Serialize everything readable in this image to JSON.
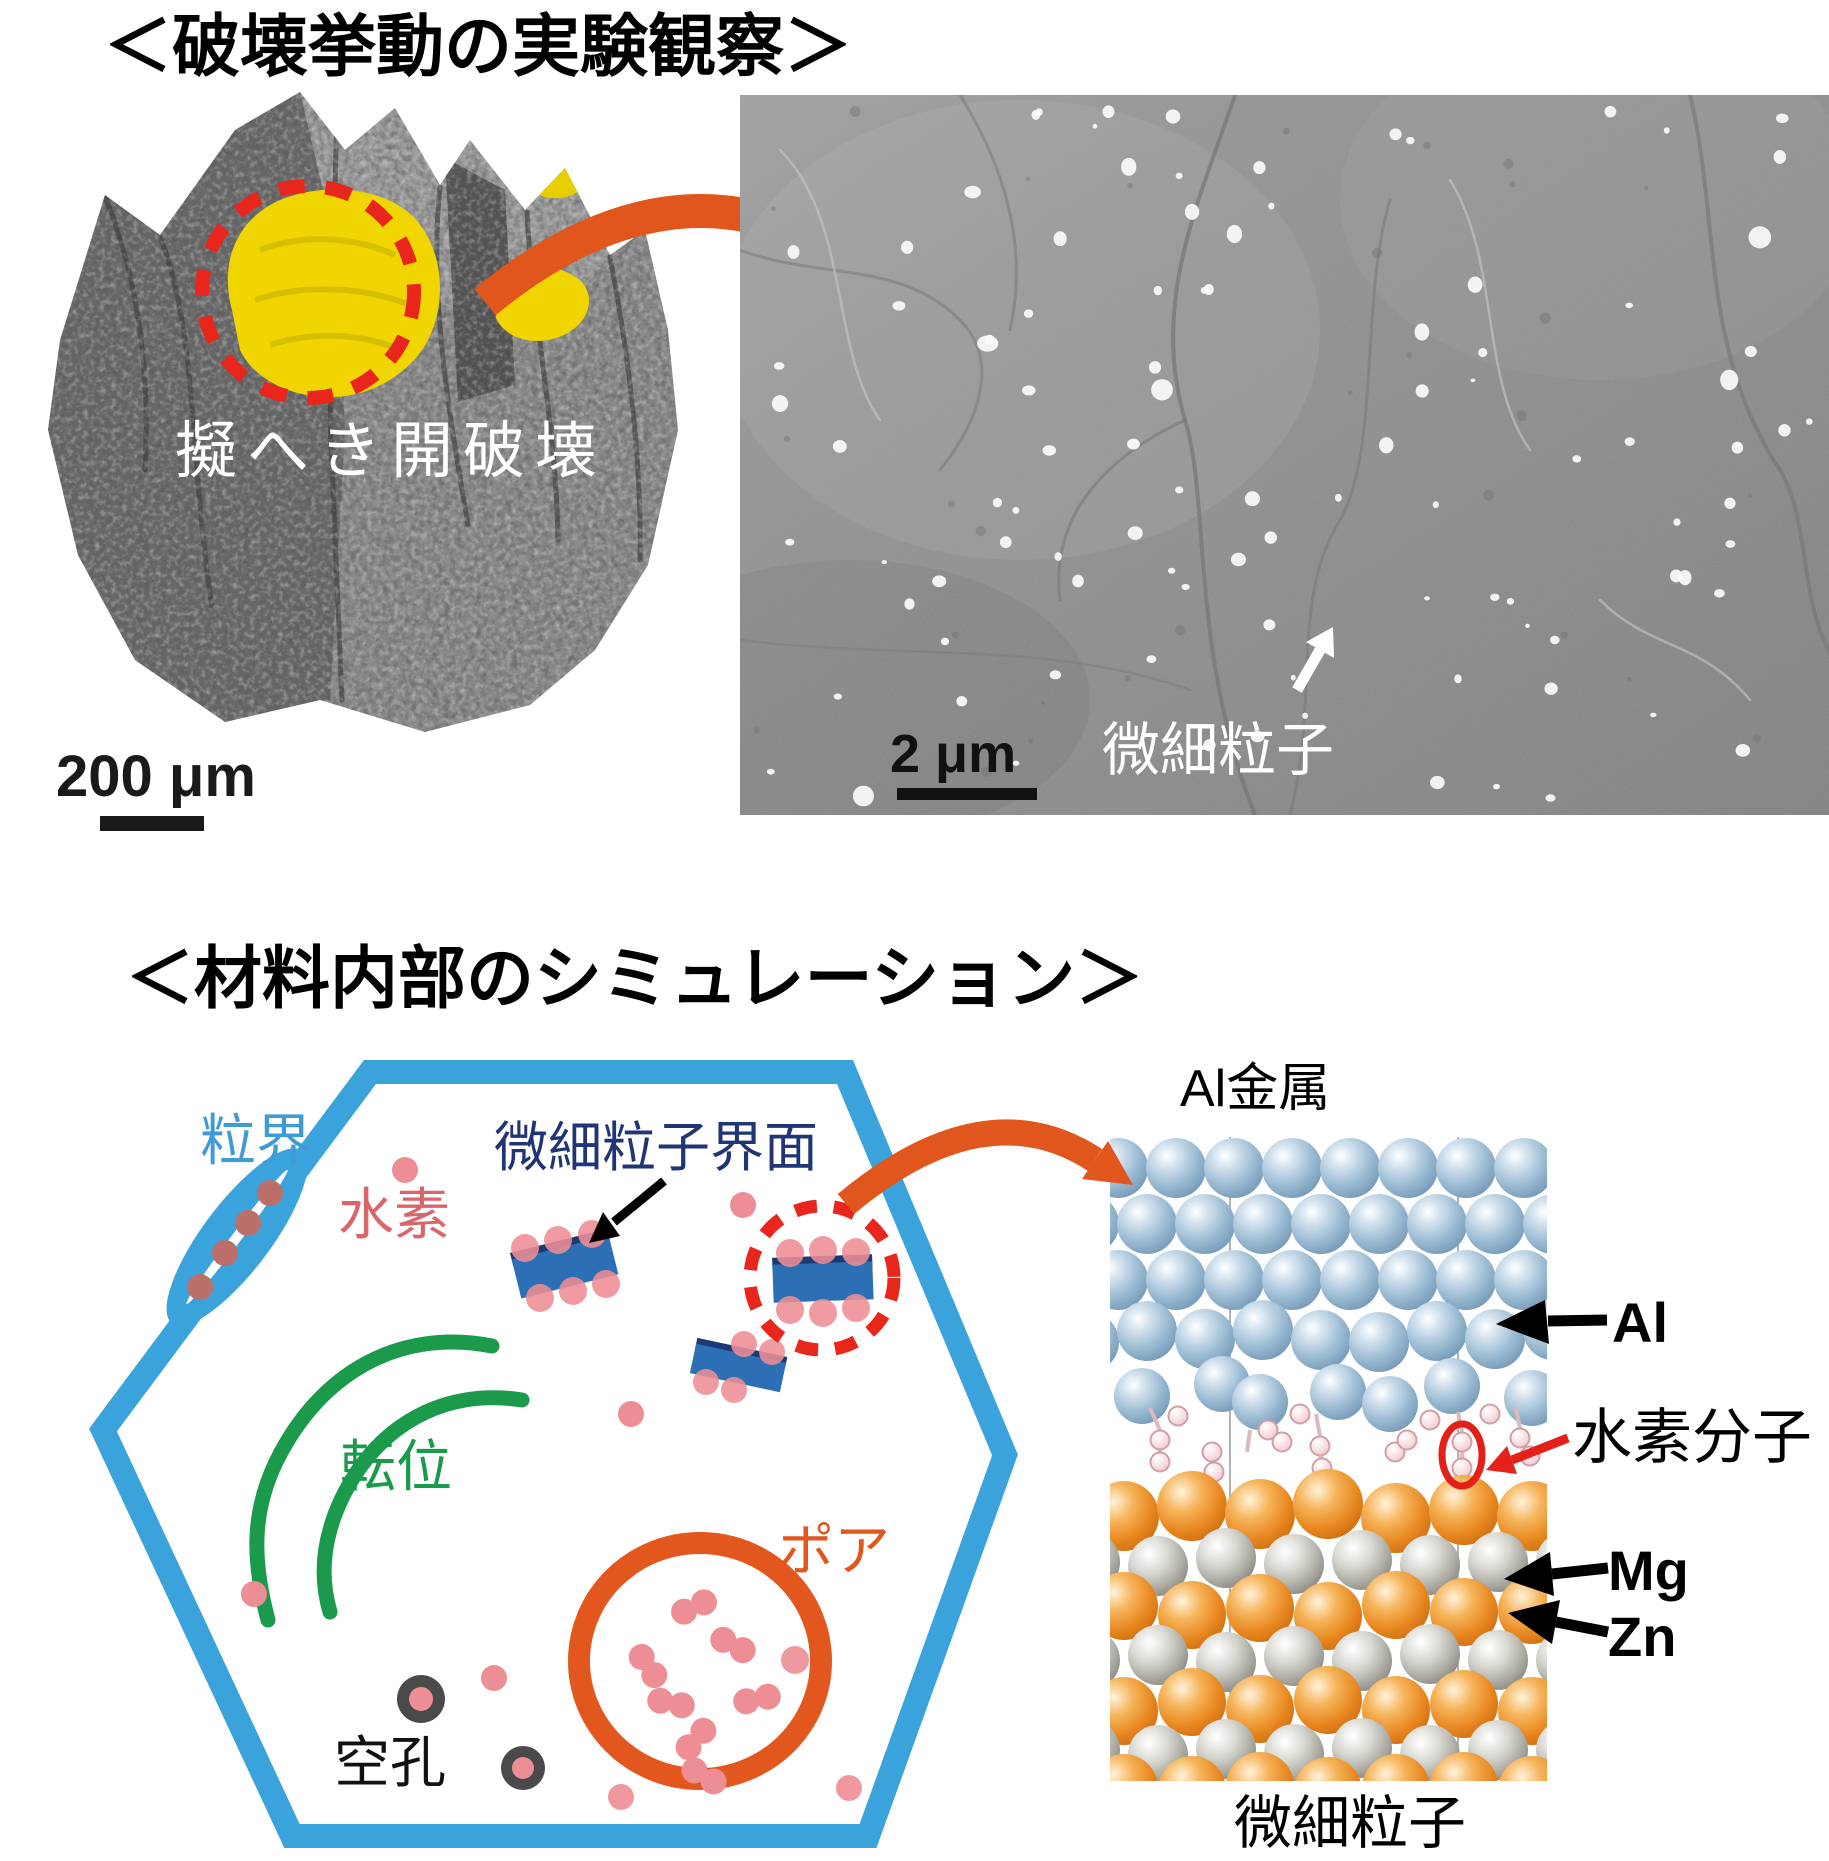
{
  "top_section": {
    "title": "＜破壊挙動の実験観察＞",
    "tomography": {
      "annotation": "擬へき開破壊",
      "scale_label": "200 μm"
    },
    "sem": {
      "scale_label": "2 μm",
      "annotation": "微細粒子"
    }
  },
  "bottom_section": {
    "title": "＜材料内部のシミュレーション＞",
    "hexagon_labels": {
      "grain_boundary": "粒界",
      "hydrogen": "水素",
      "particle_interface": "微細粒子界面",
      "dislocation": "転位",
      "pore": "ポア",
      "vacancy": "空孔"
    },
    "atomic_model": {
      "metal_label": "Al金属",
      "al": "Al",
      "hydrogen_molecule": "水素分子",
      "mg": "Mg",
      "zn": "Zn",
      "particle_label": "微細粒子"
    }
  },
  "colors": {
    "hexagon_blue": "#3BA3DC",
    "grain_boundary_blue": "#3E9BD3",
    "hydrogen_pink": "#ED8E95",
    "hydrogen_label_red": "#D8666B",
    "precipitate_blue": "#2D6FB5",
    "interface_navy": "#1F3575",
    "dislocation_green": "#1B9A4B",
    "pore_orange": "#E2571E",
    "arrow_orange": "#E0561C",
    "highlight_red": "#E8261B",
    "cleavage_yellow": "#F0D500"
  }
}
